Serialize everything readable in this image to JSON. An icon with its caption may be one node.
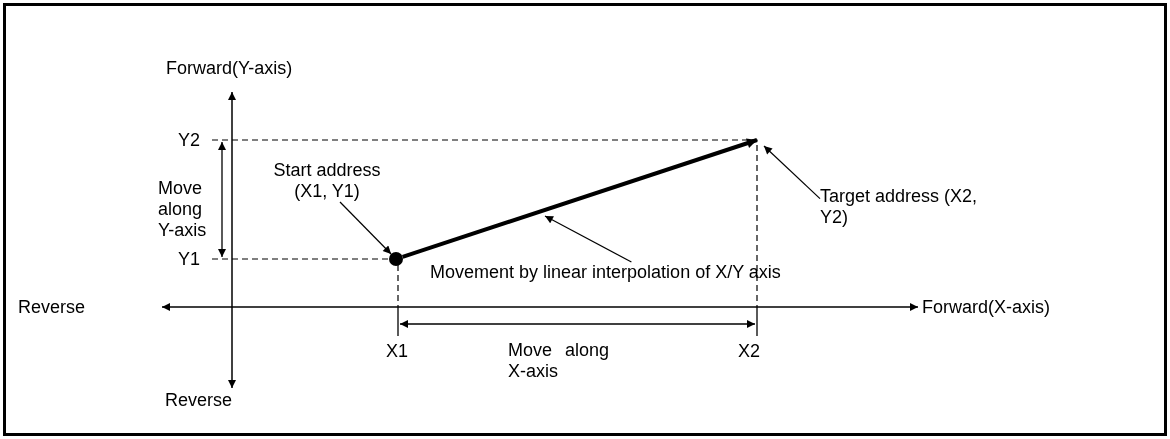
{
  "diagram": {
    "nodes": [
      {
        "text": [
          "Start address (X1, Y1)"
        ]
      },
      {
        "text": [],
        "shape": "circle"
      },
      {
        "text": [
          "Target address (X2, Y2)"
        ]
      },
      {
        "text": [
          "Movement by linear interpolation of X/Y axis"
        ]
      }
    ],
    "edges": [
      {
        "from": 0,
        "to": 1,
        "arrow": "to"
      },
      {
        "from": 1,
        "to": null,
        "arrow": "to",
        "style": "thick"
      },
      {
        "from": 2,
        "to": null,
        "arrow": "to"
      },
      {
        "from": 3,
        "to": null,
        "arrow": "to"
      }
    ],
    "labels": [
      "Forward(Y-axis)",
      "Y2",
      "Move along Y-axis",
      "Y1",
      "Reverse",
      "Forward(X-axis)",
      "X1",
      "Move along X-axis",
      "X2",
      "Reverse"
    ]
  }
}
